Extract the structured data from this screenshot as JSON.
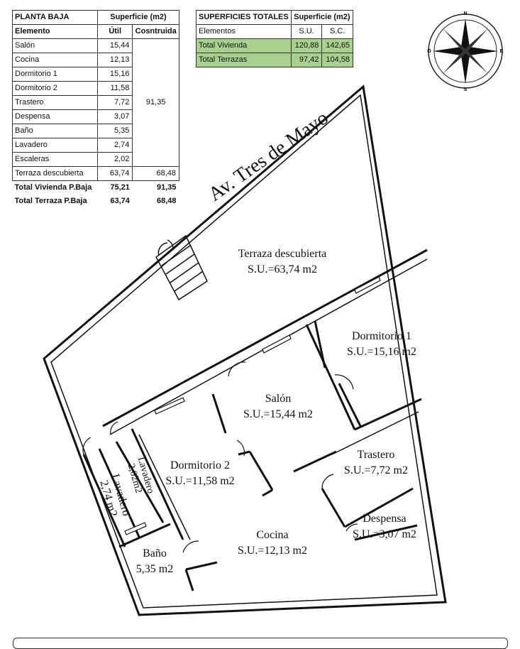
{
  "planta_baja": {
    "title": "PLANTA BAJA",
    "sup_header": "Superficie (m2)",
    "col_elemento": "Elemento",
    "col_util": "Útil",
    "col_construida": "Cosntruida",
    "rows": [
      {
        "name": "Salón",
        "util": "15,44"
      },
      {
        "name": "Cocina",
        "util": "12,13"
      },
      {
        "name": "Dormitorio 1",
        "util": "15,16"
      },
      {
        "name": "Dormitorio 2",
        "util": "11,58"
      },
      {
        "name": "Trastero",
        "util": "7,72"
      },
      {
        "name": "Despensa",
        "util": "3,07"
      },
      {
        "name": "Baño",
        "util": "5,35"
      },
      {
        "name": "Lavadero",
        "util": "2,74"
      },
      {
        "name": "Escaleras",
        "util": "2,02"
      }
    ],
    "construida_merged": "91,35",
    "terraza_row": {
      "name": "Terraza descubierta",
      "util": "63,74",
      "construida": "68,48"
    },
    "total_vivienda": {
      "name": "Total Vivienda P.Baja",
      "util": "75,21",
      "construida": "91,35"
    },
    "total_terraza": {
      "name": "Total Terraza P.Baja",
      "util": "63,74",
      "construida": "68,48"
    }
  },
  "superficies_totales": {
    "title": "SUPERFICIES TOTALES",
    "sup_header": "Superficie (m2)",
    "col_elementos": "Elementos",
    "col_su": "S.U.",
    "col_sc": "S.C.",
    "rows": [
      {
        "name": "Total Vivienda",
        "su": "120,88",
        "sc": "142,65"
      },
      {
        "name": "Total Terrazas",
        "su": "97,42",
        "sc": "104,58"
      }
    ],
    "highlight_color": "#a9d18e"
  },
  "street_name": "Av. Tres de Mayo",
  "compass": {
    "n": "N",
    "s": "S",
    "e": "E",
    "o": "O"
  },
  "rooms": {
    "terraza": {
      "name": "Terraza descubierta",
      "area": "S.U.=63,74 m2"
    },
    "dormitorio1": {
      "name": "Dormitorio 1",
      "area": "S.U.=15,16 m2"
    },
    "salon": {
      "name": "Salón",
      "area": "S.U.=15,44 m2"
    },
    "trastero": {
      "name": "Trastero",
      "area": "S.U.=7,72 m2"
    },
    "dormitorio2": {
      "name": "Dormitorio 2",
      "area": "S.U.=11,58 m2"
    },
    "despensa": {
      "name": "Despensa",
      "area": "S.U.=3,07 m2"
    },
    "cocina": {
      "name": "Cocina",
      "area": "S.U.=12,13 m2"
    },
    "bano": {
      "name": "Baño",
      "area": "5,35 m2"
    },
    "lavadero_big": {
      "name": "Lavadero",
      "area": "2,74 m2"
    },
    "lavadero_small": {
      "name": "Lavadero",
      "area": "2,02m2"
    }
  }
}
